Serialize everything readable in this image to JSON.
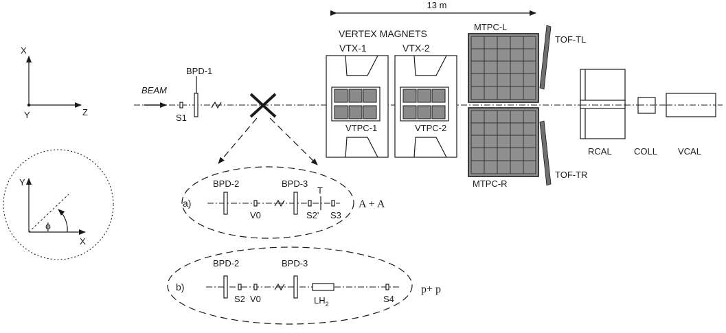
{
  "dimension": {
    "label": "13 m"
  },
  "axes": {
    "x": "X",
    "y": "Y",
    "z": "Z"
  },
  "polar": {
    "y": "Y",
    "x": "X",
    "phi": "ϕ"
  },
  "beam": {
    "label": "BEAM",
    "s1": "S1",
    "bpd1": "BPD-1"
  },
  "magnets": {
    "title": "VERTEX MAGNETS",
    "vtx1": "VTX-1",
    "vtx2": "VTX-2",
    "vtpc1": "VTPC-1",
    "vtpc2": "VTPC-2"
  },
  "mtpc": {
    "left": "MTPC-L",
    "right": "MTPC-R"
  },
  "tof": {
    "left": "TOF-TL",
    "right": "TOF-TR"
  },
  "calorimeters": {
    "rcal": "RCAL",
    "coll": "COLL",
    "vcal": "VCAL"
  },
  "setup_a": {
    "tag": "a)",
    "bpd2": "BPD-2",
    "bpd3": "BPD-3",
    "v0": "V0",
    "t": "T",
    "s2p": "S2'",
    "s3": "S3",
    "reaction": "A + A"
  },
  "setup_b": {
    "tag": "b)",
    "bpd2": "BPD-2",
    "bpd3": "BPD-3",
    "s2": "S2",
    "v0": "V0",
    "lh": "LH",
    "lh_sub": "2",
    "s4": "S4",
    "reaction": "p+ p"
  }
}
